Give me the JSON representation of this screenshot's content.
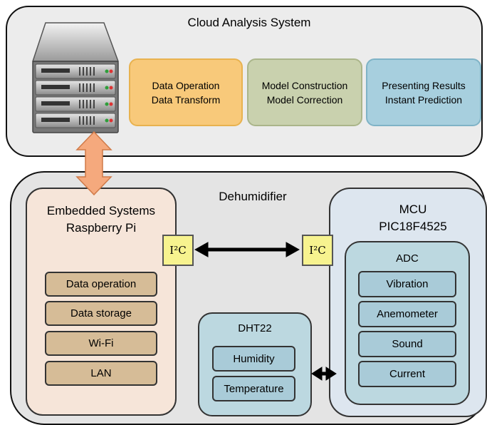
{
  "cloud": {
    "title": "Cloud Analysis System",
    "boxes": {
      "data_ops": {
        "line1": "Data Operation",
        "line2": "Data Transform",
        "color": "#f8c97a"
      },
      "model": {
        "line1": "Model Construction",
        "line2": "Model Correction",
        "color": "#c9d1ae"
      },
      "results": {
        "line1": "Presenting Results",
        "line2": "Instant Prediction",
        "color": "#a7cfde"
      }
    }
  },
  "dehumidifier": {
    "title": "Dehumidifier",
    "embedded": {
      "line1": "Embedded Systems",
      "line2": "Raspberry Pi",
      "items": [
        "Data operation",
        "Data storage",
        "Wi-Fi",
        "LAN"
      ]
    },
    "i2c_label": "I²C",
    "mcu": {
      "line1": "MCU",
      "line2": "PIC18F4525",
      "adc": {
        "title": "ADC",
        "items": [
          "Vibration",
          "Anemometer",
          "Sound",
          "Current"
        ]
      }
    },
    "dht": {
      "title": "DHT22",
      "items": [
        "Humidity",
        "Temperature"
      ]
    }
  },
  "icons": [
    "server-icon",
    "double-arrow-icon"
  ]
}
